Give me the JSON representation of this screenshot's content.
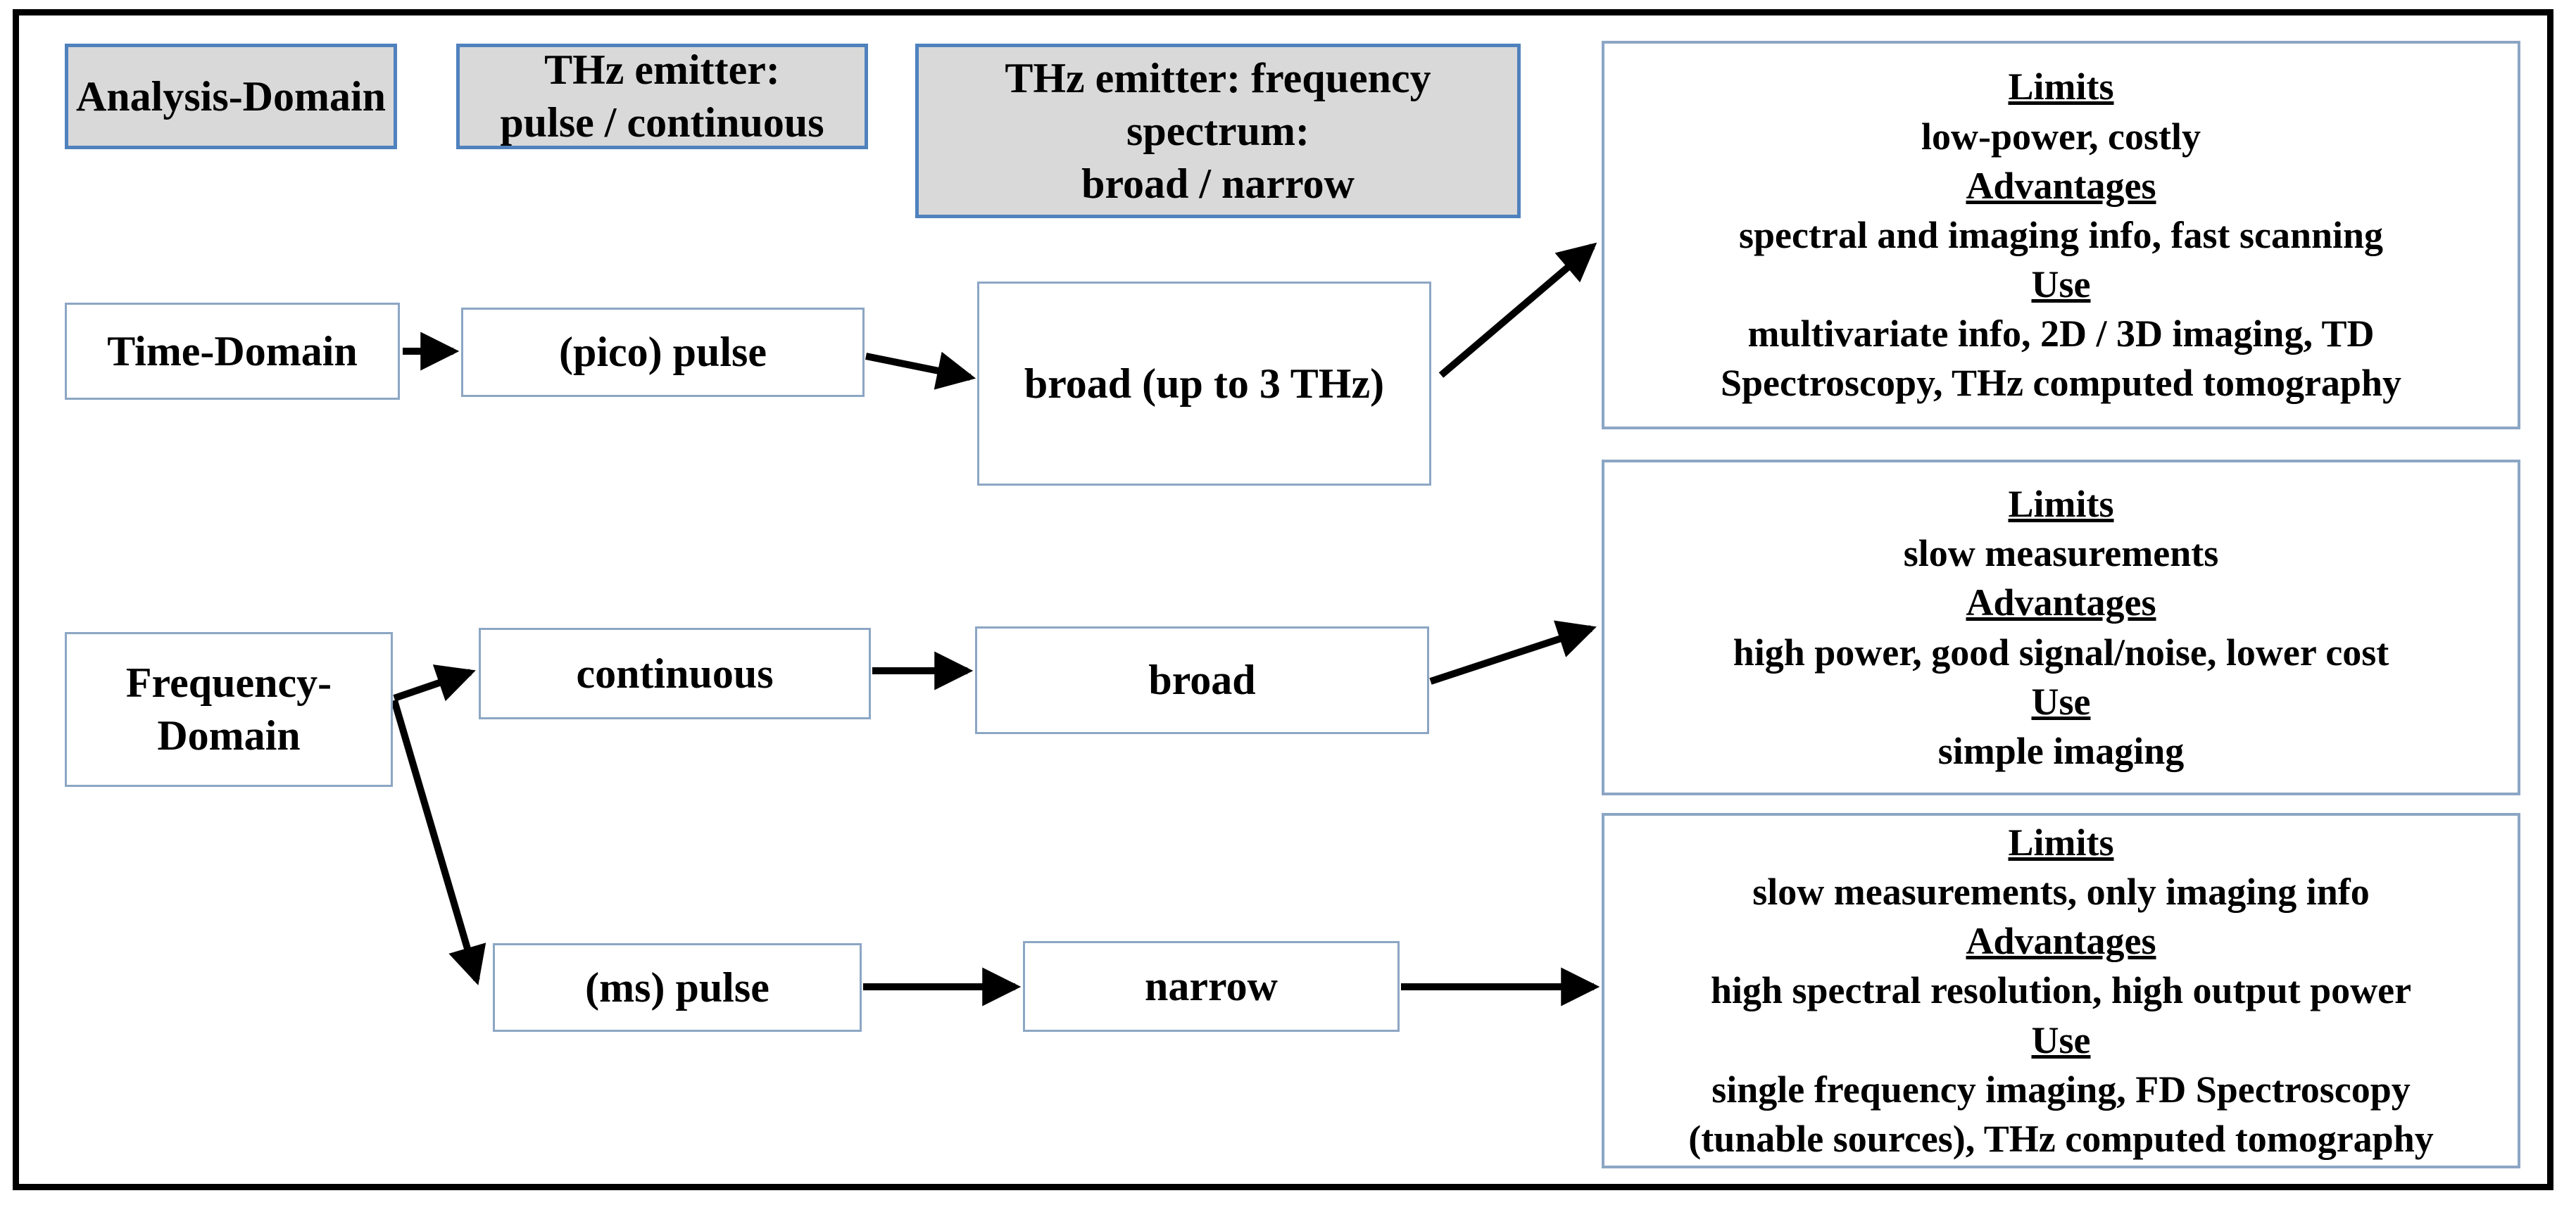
{
  "headers": {
    "analysis_domain": "Analysis-Domain",
    "emitter_type": "THz emitter:\npulse / continuous",
    "emitter_spectrum": "THz emitter: frequency\nspectrum:\nbroad / narrow"
  },
  "nodes": {
    "time_domain": "Time-Domain",
    "pico_pulse": "(pico) pulse",
    "broad_3thz": "broad (up to 3 THz)",
    "frequency_domain": "Frequency-\nDomain",
    "continuous": "continuous",
    "broad": "broad",
    "ms_pulse": "(ms) pulse",
    "narrow": "narrow"
  },
  "outcomes": {
    "time_domain_broad": {
      "limits_heading": "Limits",
      "limits": "low-power, costly",
      "advantages_heading": "Advantages",
      "advantages": "spectral and imaging info, fast scanning",
      "use_heading": "Use",
      "use": "multivariate info, 2D / 3D imaging, TD\nSpectroscopy, THz computed tomography"
    },
    "fd_continuous_broad": {
      "limits_heading": "Limits",
      "limits": "slow measurements",
      "advantages_heading": "Advantages",
      "advantages": "high power, good signal/noise, lower cost",
      "use_heading": "Use",
      "use": "simple imaging"
    },
    "fd_pulse_narrow": {
      "limits_heading": "Limits",
      "limits": "slow measurements, only imaging info",
      "advantages_heading": "Advantages",
      "advantages": "high spectral resolution, high output power",
      "use_heading": "Use",
      "use": "single frequency imaging, FD Spectroscopy\n(tunable sources), THz computed tomography"
    }
  },
  "colors": {
    "header_fill": "#d9d9d9",
    "header_border": "#4f81bd",
    "node_border": "#8ca6c4",
    "arrow": "#000000",
    "frame": "#000000"
  }
}
